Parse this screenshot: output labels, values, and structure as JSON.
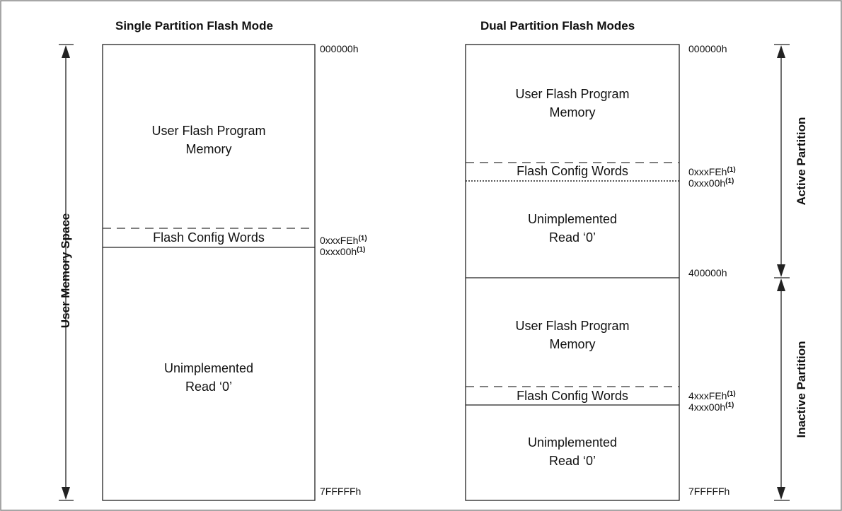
{
  "single": {
    "title": "Single Partition Flash Mode",
    "side_label": "User Memory Space",
    "segments": {
      "program_line1": "User Flash Program",
      "program_line2": "Memory",
      "config": "Flash Config Words",
      "unimpl_line1": "Unimplemented",
      "unimpl_line2": "Read ‘0’"
    },
    "addresses": {
      "start": "000000h",
      "cfg_start": "0xxxFEh",
      "cfg_start_note": "(1)",
      "cfg_end": "0xxx00h",
      "cfg_end_note": "(1)",
      "end": "7FFFFFh"
    }
  },
  "dual": {
    "title": "Dual Partition Flash Modes",
    "active_label": "Active Partition",
    "inactive_label": "Inactive Partition",
    "active_segments": {
      "program_line1": "User Flash Program",
      "program_line2": "Memory",
      "config": "Flash Config Words",
      "unimpl_line1": "Unimplemented",
      "unimpl_line2": "Read ‘0’"
    },
    "inactive_segments": {
      "program_line1": "User Flash Program",
      "program_line2": "Memory",
      "config": "Flash Config Words",
      "unimpl_line1": "Unimplemented",
      "unimpl_line2": "Read ‘0’"
    },
    "addresses": {
      "start": "000000h",
      "a_cfg_start": "0xxxFEh",
      "a_cfg_start_note": "(1)",
      "a_cfg_end": "0xxx00h",
      "a_cfg_end_note": "(1)",
      "mid": "400000h",
      "i_cfg_start": "4xxxFEh",
      "i_cfg_start_note": "(1)",
      "i_cfg_end": "4xxx00h",
      "i_cfg_end_note": "(1)",
      "end": "7FFFFFh"
    }
  }
}
